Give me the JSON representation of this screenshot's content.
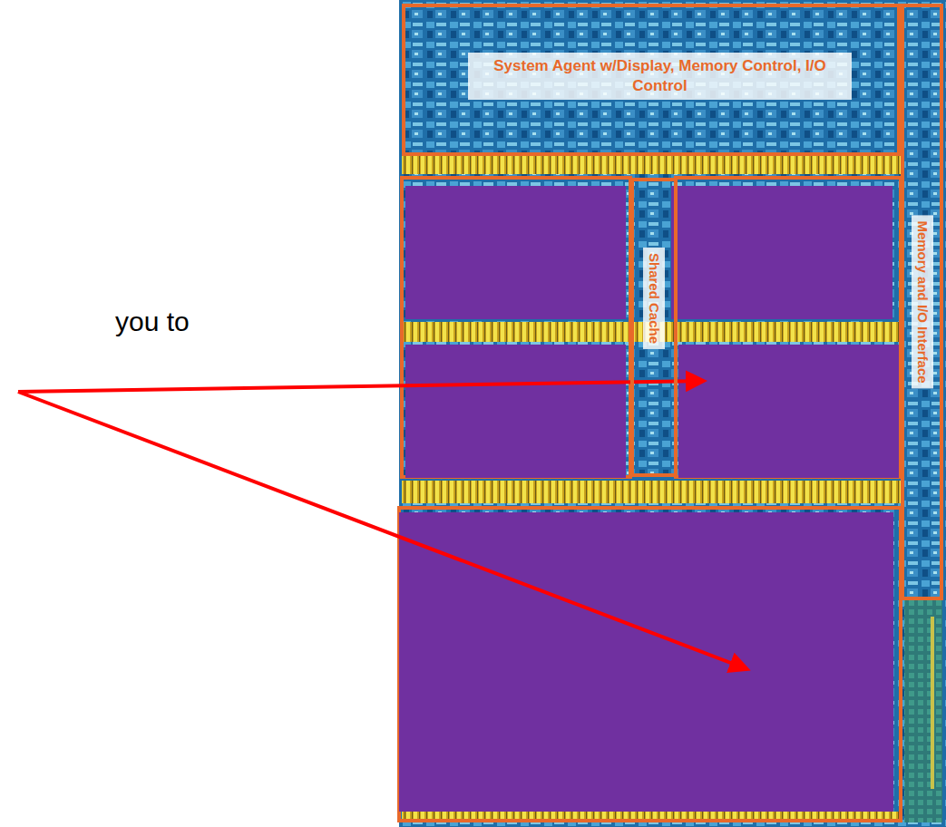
{
  "diagram": {
    "nodes": [
      {
        "text": [
          "System Agent w/Display, Memory Control, I/O Control"
        ]
      },
      {
        "text": [
          "Shared Cache"
        ]
      },
      {
        "text": [
          "Memory and I/O Interface"
        ]
      }
    ],
    "labels": [
      "you to"
    ]
  }
}
